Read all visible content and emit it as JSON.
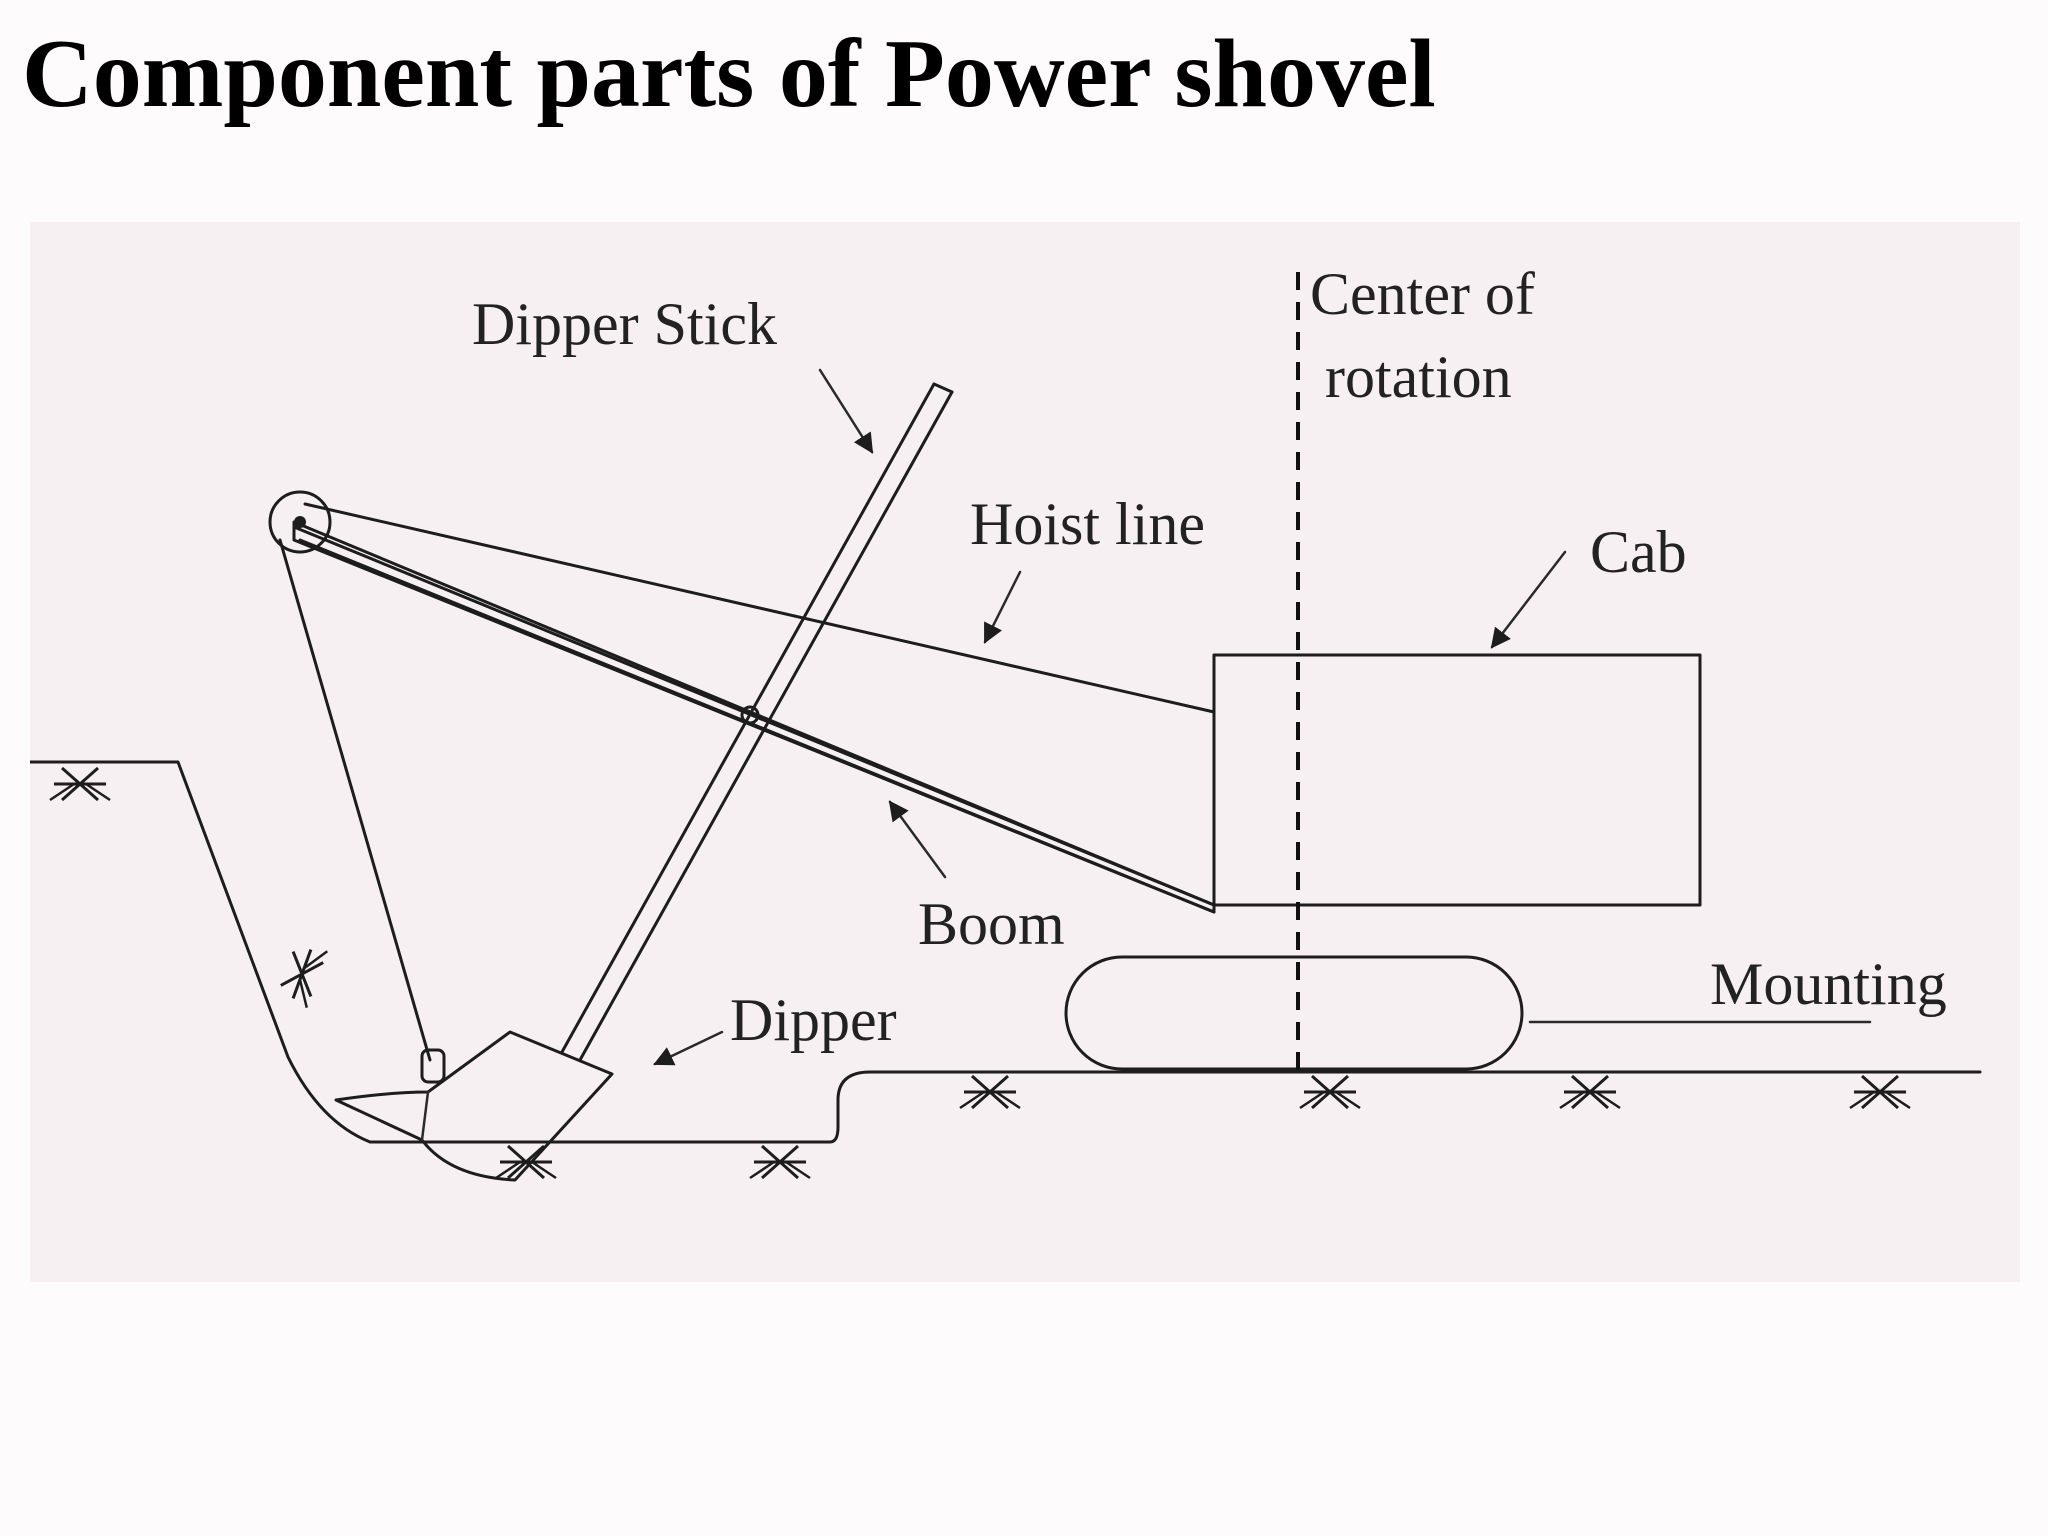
{
  "title": "Component parts of Power shovel",
  "labels": {
    "dipper_stick": "Dipper Stick",
    "center_of_rotation_line1": "Center of",
    "center_of_rotation_line2": "rotation",
    "hoist_line": "Hoist line",
    "cab": "Cab",
    "boom": "Boom",
    "mounting": "Mounting",
    "dipper": "Dipper"
  },
  "colors": {
    "ink": "#1d1d1d",
    "figure_background": "#f6f0f3",
    "page_background": "#fdfbfc"
  },
  "icons": [
    "ground-hatch-icon",
    "arrow-icon",
    "pulley-icon"
  ]
}
